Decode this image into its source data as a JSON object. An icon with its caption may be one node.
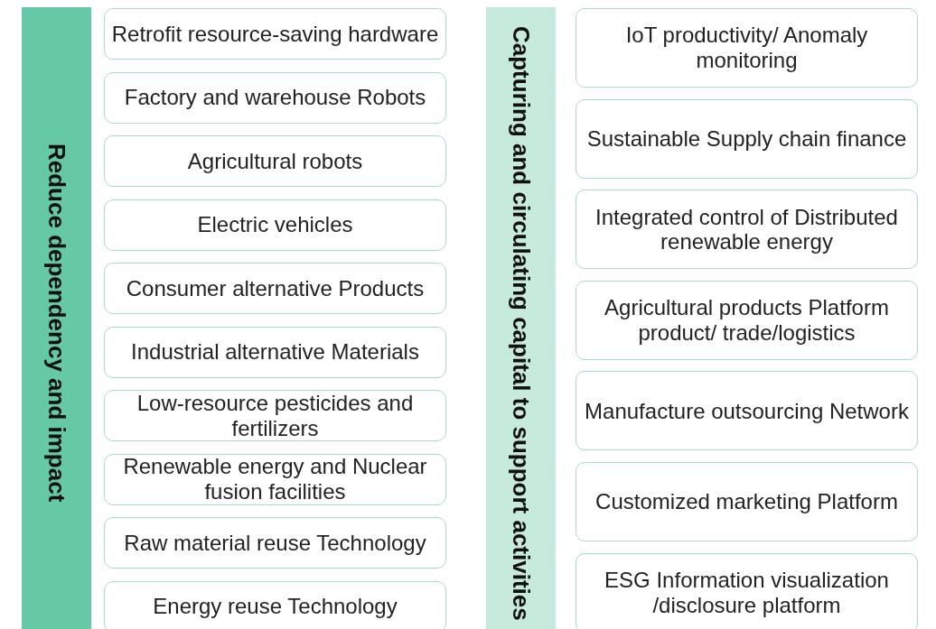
{
  "diagram": {
    "nodes": [
      {
        "text": [
          "Reduce dependency and impact"
        ]
      },
      {
        "text": [
          "Retrofit resource-saving hardware"
        ]
      },
      {
        "text": [
          "Factory and warehouse Robots"
        ]
      },
      {
        "text": [
          "Agricultural robots"
        ]
      },
      {
        "text": [
          "Electric vehicles"
        ]
      },
      {
        "text": [
          "Consumer alternative Products"
        ]
      },
      {
        "text": [
          "Industrial alternative Materials"
        ]
      },
      {
        "text": [
          "Low-resource pesticides and fertilizers"
        ]
      },
      {
        "text": [
          "Renewable energy and Nuclear fusion facilities"
        ]
      },
      {
        "text": [
          "Raw material reuse Technology"
        ]
      },
      {
        "text": [
          "Energy reuse Technology"
        ]
      },
      {
        "text": [
          "Capturing and circulating capital to support activities"
        ]
      },
      {
        "text": [
          "IoT productivity/ Anomaly monitoring"
        ]
      },
      {
        "text": [
          "Sustainable Supply chain finance"
        ]
      },
      {
        "text": [
          "Integrated control of Distributed renewable energy"
        ]
      },
      {
        "text": [
          "Agricultural products Platform product/ trade/logistics"
        ]
      },
      {
        "text": [
          "Manufacture outsourcing Network"
        ]
      },
      {
        "text": [
          "Customized marketing Platform"
        ]
      },
      {
        "text": [
          "ESG Information visualization /disclosure platform"
        ]
      }
    ]
  }
}
